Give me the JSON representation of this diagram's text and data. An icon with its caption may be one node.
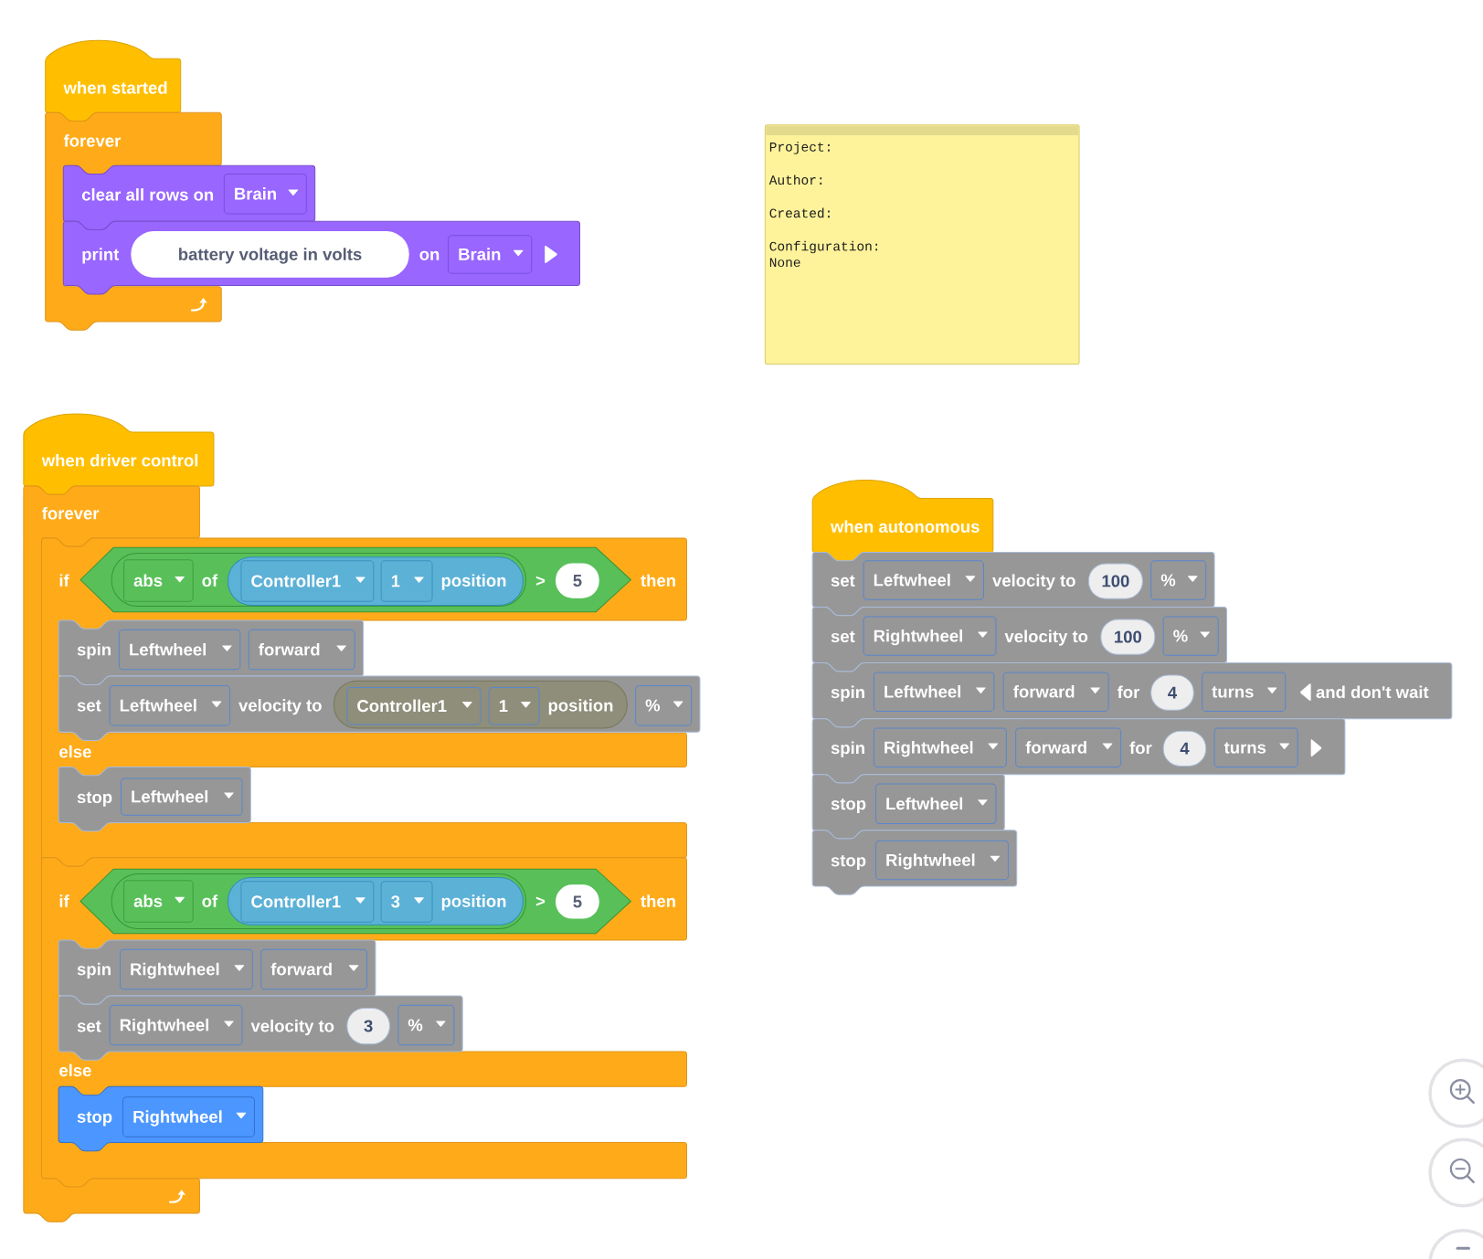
{
  "diagram": {
    "nodes": [
      {
        "text": [
          "when started"
        ]
      },
      {
        "text": [
          "forever"
        ]
      },
      {
        "text": [
          "clear all rows on"
        ]
      },
      {
        "text": [
          "Brain"
        ],
        "in": 2
      },
      {
        "text": [
          "print",
          "on"
        ]
      },
      {
        "text": [
          "battery voltage in volts"
        ],
        "in": 4
      },
      {
        "text": [
          "Brain"
        ],
        "in": 4
      },
      {
        "text": [
          "Project:",
          "Author:",
          "Created:",
          "Configuration:",
          "None"
        ]
      },
      {
        "text": [
          "when driver control"
        ]
      },
      {
        "text": [
          "forever"
        ]
      },
      {
        "text": [
          "if",
          "then",
          "else"
        ]
      },
      {
        "text": [
          ">"
        ],
        "in": 10
      },
      {
        "text": [
          "of"
        ],
        "in": 11
      },
      {
        "text": [
          "abs"
        ],
        "in": 12
      },
      {
        "text": [
          "position"
        ],
        "in": 12
      },
      {
        "text": [
          "Controller1"
        ],
        "in": 14
      },
      {
        "text": [
          "1"
        ],
        "in": 14
      },
      {
        "text": [
          "5"
        ],
        "in": 11
      },
      {
        "text": [
          "spin"
        ],
        "in": 10
      },
      {
        "text": [
          "Leftwheel"
        ],
        "in": 18
      },
      {
        "text": [
          "forward"
        ],
        "in": 18
      },
      {
        "text": [
          "set",
          "velocity to"
        ]
      },
      {
        "text": [
          "Leftwheel"
        ],
        "in": 21
      },
      {
        "text": [
          "position"
        ],
        "in": 21
      },
      {
        "text": [
          "Controller1"
        ],
        "in": 23
      },
      {
        "text": [
          "1"
        ],
        "in": 23
      },
      {
        "text": [
          "%"
        ],
        "in": 21
      },
      {
        "text": [
          "stop"
        ],
        "in": 10
      },
      {
        "text": [
          "Leftwheel"
        ],
        "in": 27
      },
      {
        "text": [
          "if",
          "then",
          "else"
        ]
      },
      {
        "text": [
          ">"
        ],
        "in": 29
      },
      {
        "text": [
          "of"
        ],
        "in": 30
      },
      {
        "text": [
          "abs"
        ],
        "in": 31
      },
      {
        "text": [
          "position"
        ],
        "in": 31
      },
      {
        "text": [
          "Controller1"
        ],
        "in": 33
      },
      {
        "text": [
          "3"
        ],
        "in": 33
      },
      {
        "text": [
          "5"
        ],
        "in": 30
      },
      {
        "text": [
          "spin"
        ],
        "in": 29
      },
      {
        "text": [
          "Rightwheel"
        ],
        "in": 37
      },
      {
        "text": [
          "forward"
        ],
        "in": 37
      },
      {
        "text": [
          "set",
          "velocity to"
        ],
        "in": 29
      },
      {
        "text": [
          "Rightwheel"
        ],
        "in": 40
      },
      {
        "text": [
          "3"
        ],
        "in": 40
      },
      {
        "text": [
          "%"
        ],
        "in": 40
      },
      {
        "text": [
          "stop"
        ],
        "in": 29
      },
      {
        "text": [
          "Rightwheel"
        ],
        "in": 44
      },
      {
        "text": [
          "when autonomous"
        ]
      },
      {
        "text": [
          "set",
          "velocity to"
        ]
      },
      {
        "text": [
          "Leftwheel"
        ],
        "in": 47
      },
      {
        "text": [
          "100"
        ],
        "in": 47
      },
      {
        "text": [
          "%"
        ],
        "in": 47
      },
      {
        "text": [
          "set",
          "velocity to"
        ]
      },
      {
        "text": [
          "Rightwheel"
        ],
        "in": 51
      },
      {
        "text": [
          "100"
        ],
        "in": 51
      },
      {
        "text": [
          "%"
        ],
        "in": 51
      },
      {
        "text": [
          "spin",
          "for",
          "and don't wait"
        ]
      },
      {
        "text": [
          "Leftwheel"
        ],
        "in": 55
      },
      {
        "text": [
          "forward"
        ],
        "in": 55
      },
      {
        "text": [
          "4"
        ],
        "in": 55
      },
      {
        "text": [
          "turns"
        ],
        "in": 55
      },
      {
        "text": [
          "spin",
          "for"
        ]
      },
      {
        "text": [
          "Rightwheel"
        ],
        "in": 60
      },
      {
        "text": [
          "forward"
        ],
        "in": 60
      },
      {
        "text": [
          "4"
        ],
        "in": 60
      },
      {
        "text": [
          "turns"
        ],
        "in": 60
      },
      {
        "text": [
          "stop"
        ]
      },
      {
        "text": [
          "Leftwheel"
        ],
        "in": 65
      },
      {
        "text": [
          "stop"
        ]
      },
      {
        "text": [
          "Rightwheel"
        ],
        "in": 67
      }
    ]
  }
}
